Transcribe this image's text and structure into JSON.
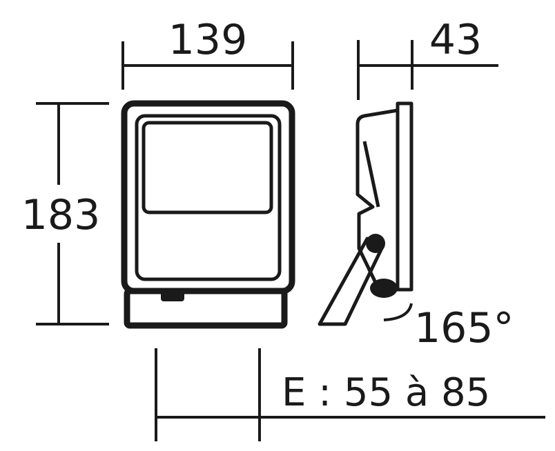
{
  "dimensions": {
    "width": "139",
    "depth": "43",
    "height": "183",
    "angle": "165°",
    "spacing": "E : 55 à 85"
  }
}
